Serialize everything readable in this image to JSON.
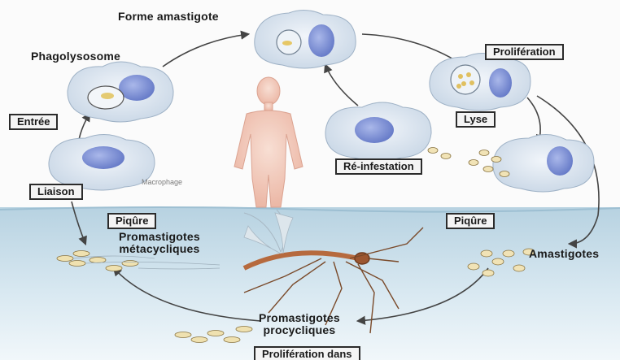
{
  "labels": {
    "forme_amastigote": "Forme amastigote",
    "phagolysosome": "Phagolysosome",
    "entree": "Entrée",
    "liaison": "Liaison",
    "macrophage": "Macrophage",
    "proliferation": "Prolifération",
    "lyse": "Lyse",
    "reinfestation": "Ré-infestation",
    "piqure_left": "Piqûre",
    "piqure_right": "Piqûre",
    "promastigotes_meta_1": "Promastigotes",
    "promastigotes_meta_2": "métacycliques",
    "amastigotes": "Amastigotes",
    "promastigotes_pro_1": "Promastigotes",
    "promastigotes_pro_2": "procycliques",
    "proliferation_dans": "Prolifération dans"
  },
  "colors": {
    "background": "#fbfbfb",
    "water_top": "#bcd6e4",
    "water_bottom": "#eaf3f8",
    "cell": "#d6e2ee",
    "nucleus": "#7a8fd0",
    "arrow": "#4a4a4a",
    "body": "#f2c6b6",
    "mosquito": "#c77a4a"
  }
}
